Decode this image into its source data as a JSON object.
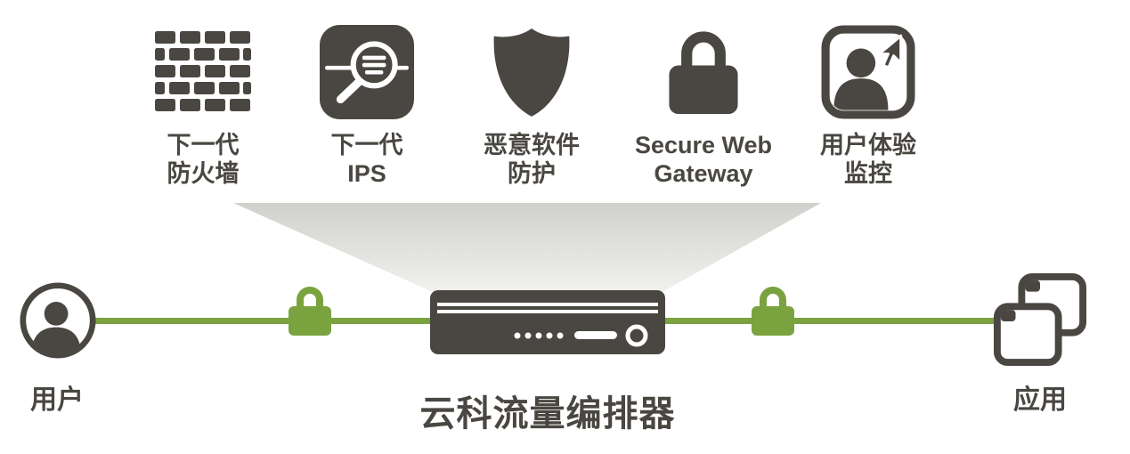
{
  "title": "云科流量编排器",
  "services": [
    {
      "line1": "下一代",
      "line2": "防火墙",
      "icon": "firewall-brick-wall-icon"
    },
    {
      "line1": "下一代",
      "line2": "IPS",
      "icon": "ips-magnifier-icon"
    },
    {
      "line1": "恶意软件",
      "line2": "防护",
      "icon": "malware-shield-icon"
    },
    {
      "line1": "Secure Web",
      "line2": "Gateway",
      "icon": "gateway-lock-icon"
    },
    {
      "line1": "用户体验",
      "line2": "监控",
      "icon": "user-experience-monitor-icon"
    }
  ],
  "endpoints": {
    "user": "用户",
    "app": "应用"
  },
  "icons": {
    "left_endpoint": "user-person-circle-icon",
    "right_endpoint": "applications-windows-icon",
    "on_line": "green-padlock-icon",
    "center": "appliance-device"
  },
  "colors": {
    "dark": "#4a4742",
    "green": "#7aa23e",
    "funnel_top": "#d0d0cd",
    "funnel_bottom": "#f1f1ee"
  }
}
